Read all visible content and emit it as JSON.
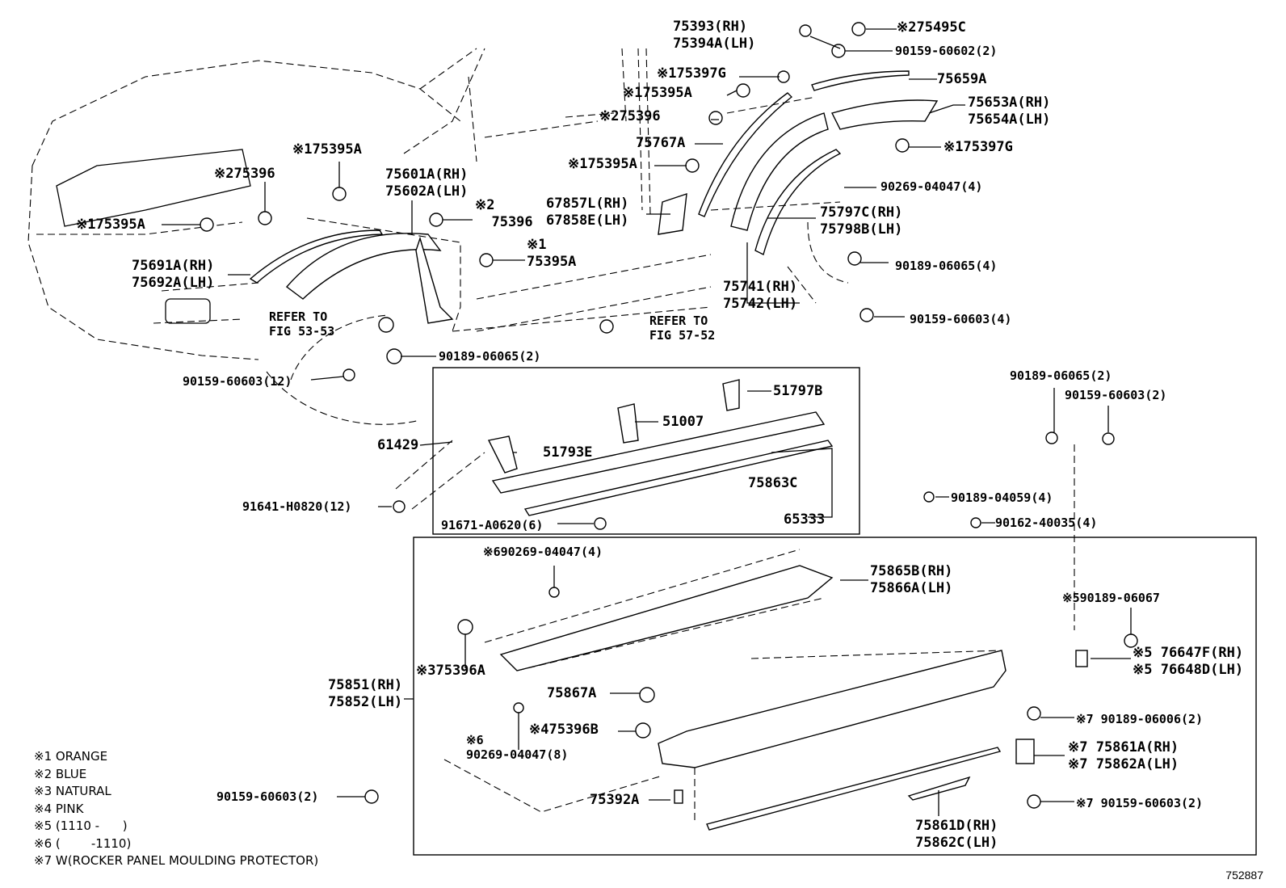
{
  "labels": [
    {
      "id": "l75393",
      "text": "75393(RH)\n75394A(LH)",
      "big": true
    },
    {
      "id": "l75495c",
      "text": "※275495C",
      "big": true
    },
    {
      "id": "l90159_60602",
      "text": "90159-60602(2)"
    },
    {
      "id": "l75397g_a",
      "text": "※175397G",
      "big": true
    },
    {
      "id": "l75659a",
      "text": "75659A",
      "big": true
    },
    {
      "id": "l75395a_a",
      "text": "※175395A",
      "big": true
    },
    {
      "id": "l75653a",
      "text": "75653A(RH)\n75654A(LH)",
      "big": true
    },
    {
      "id": "l75396_a",
      "text": "※275396",
      "big": true
    },
    {
      "id": "l75767a",
      "text": "75767A",
      "big": true
    },
    {
      "id": "l75397g_b",
      "text": "※175397G",
      "big": true
    },
    {
      "id": "l75395a_b",
      "text": "※175395A",
      "big": true
    },
    {
      "id": "l90269_a",
      "text": "90269-04047(4)"
    },
    {
      "id": "l67857l",
      "text": "67857L(RH)\n67858E(LH)",
      "big": true
    },
    {
      "id": "l75797c",
      "text": "75797C(RH)\n75798B(LH)",
      "big": true
    },
    {
      "id": "l90189_06065_a",
      "text": "90189-06065(4)"
    },
    {
      "id": "l75741",
      "text": "75741(RH)\n75742(LH)",
      "big": true
    },
    {
      "id": "l90159_60603_a",
      "text": "90159-60603(4)"
    },
    {
      "id": "l75395a_c",
      "text": "※175395A",
      "big": true
    },
    {
      "id": "l75396_b",
      "text": "※275396",
      "big": true
    },
    {
      "id": "l75601a",
      "text": "75601A(RH)\n75602A(LH)",
      "big": true
    },
    {
      "id": "l75396_c",
      "text": "※2\n  75396",
      "big": true
    },
    {
      "id": "l75395a_d",
      "text": "※175395A",
      "big": true
    },
    {
      "id": "l75395a_e",
      "text": "※1\n75395A",
      "big": true
    },
    {
      "id": "l75691a",
      "text": "75691A(RH)\n75692A(LH)",
      "big": true
    },
    {
      "id": "l_refer53",
      "text": "REFER TO\nFIG 53-53"
    },
    {
      "id": "l_refer57",
      "text": "REFER TO\nFIG 57-52"
    },
    {
      "id": "l90189_06065_b",
      "text": "90189-06065(2)"
    },
    {
      "id": "l90159_60603_b",
      "text": "90159-60603(12)"
    },
    {
      "id": "l51797b",
      "text": "51797B",
      "big": true
    },
    {
      "id": "l51007",
      "text": "51007",
      "big": true
    },
    {
      "id": "l61429",
      "text": "61429",
      "big": true
    },
    {
      "id": "l51793e",
      "text": "51793E",
      "big": true
    },
    {
      "id": "l75863c",
      "text": "75863C",
      "big": true
    },
    {
      "id": "l65333",
      "text": "65333",
      "big": true
    },
    {
      "id": "l91641",
      "text": "91641-H0820(12)"
    },
    {
      "id": "l91671",
      "text": "91671-A0620(6)"
    },
    {
      "id": "l90189_06065_c",
      "text": "90189-06065(2)"
    },
    {
      "id": "l90159_60603_c",
      "text": "90159-60603(2)"
    },
    {
      "id": "l90189_04059",
      "text": "90189-04059(4)"
    },
    {
      "id": "l90162",
      "text": "90162-40035(4)"
    },
    {
      "id": "l90269_b",
      "text": "※690269-04047(4)"
    },
    {
      "id": "l75865b",
      "text": "75865B(RH)\n75866A(LH)",
      "big": true
    },
    {
      "id": "l90189_06067",
      "text": "※590189-06067"
    },
    {
      "id": "l76647f",
      "text": "※5 76647F(RH)\n※5 76648D(LH)",
      "big": true
    },
    {
      "id": "l75396a",
      "text": "※375396A",
      "big": true
    },
    {
      "id": "l75851",
      "text": "75851(RH)\n75852(LH)",
      "big": true
    },
    {
      "id": "l75867a",
      "text": "75867A",
      "big": true
    },
    {
      "id": "l90189_06006",
      "text": "※7 90189-06006(2)"
    },
    {
      "id": "l75396b",
      "text": "※475396B",
      "big": true
    },
    {
      "id": "l90269_c",
      "text": "※6\n90269-04047(8)"
    },
    {
      "id": "l75861a",
      "text": "※7 75861A(RH)\n※7 75862A(LH)",
      "big": true
    },
    {
      "id": "l90159_60603_d",
      "text": "90159-60603(2)"
    },
    {
      "id": "l75392a",
      "text": "75392A",
      "big": true
    },
    {
      "id": "l90159_60603_e",
      "text": "※7 90159-60603(2)"
    },
    {
      "id": "l75861d",
      "text": "75861D(RH)\n75862C(LH)",
      "big": true
    }
  ],
  "legend": [
    "※1 ORANGE",
    "※2 BLUE",
    "※3 NATURAL",
    "※4 PINK",
    "※5 (1110 -      )",
    "※6 (        -1110)",
    "※7 W(ROCKER PANEL MOULDING PROTECTOR)"
  ],
  "drawing_code": "752887"
}
